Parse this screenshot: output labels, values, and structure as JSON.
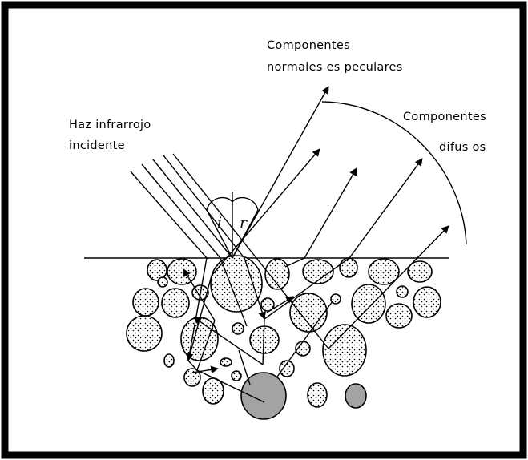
{
  "labels": {
    "specular_line1": "Componentes",
    "specular_line2": "normales es peculares",
    "incident_line1": "Haz infrarrojo",
    "incident_line2": "incidente",
    "diffuse_line1": "Componentes",
    "diffuse_line2": "difus os",
    "angle_i": "i",
    "angle_r": "r"
  },
  "colors": {
    "ink": "#000000",
    "paper": "#ffffff",
    "dense_particle": "#a3a3a3"
  }
}
